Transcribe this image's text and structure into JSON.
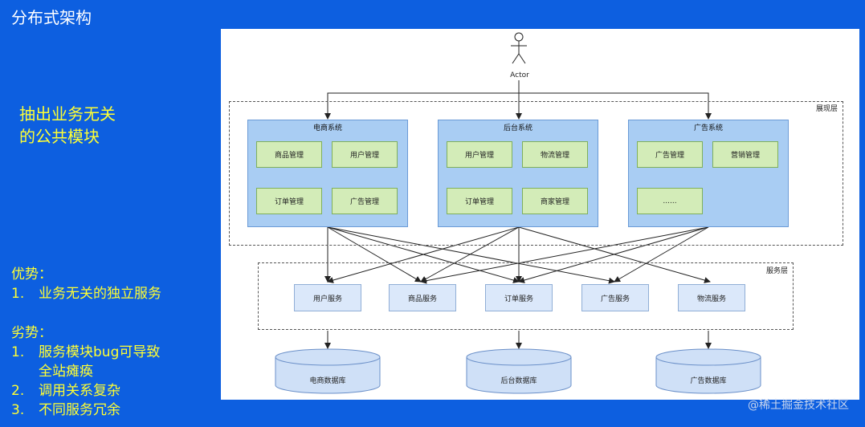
{
  "slide": {
    "title": "分布式架构",
    "highlight": [
      "抽出业务无关",
      "的公共模块"
    ],
    "advantages": {
      "heading": "优势：",
      "items": [
        {
          "num": "1.",
          "text": "业务无关的独立服务"
        }
      ]
    },
    "disadvantages": {
      "heading": "劣势：",
      "items": [
        {
          "num": "1.",
          "text": "服务模块bug可导致",
          "cont": "全站瘫痪"
        },
        {
          "num": "2.",
          "text": "调用关系复杂"
        },
        {
          "num": "3.",
          "text": "不同服务冗余"
        }
      ]
    }
  },
  "diagram": {
    "actor": "Actor",
    "presentation_layer": "展现层",
    "service_layer": "服务层",
    "systems": [
      {
        "title": "电商系统",
        "modules": [
          "商品管理",
          "用户管理",
          "订单管理",
          "广告管理"
        ]
      },
      {
        "title": "后台系统",
        "modules": [
          "用户管理",
          "物流管理",
          "订单管理",
          "商家管理"
        ]
      },
      {
        "title": "广告系统",
        "modules": [
          "广告管理",
          "营销管理",
          "......"
        ]
      }
    ],
    "services": [
      "用户服务",
      "商品服务",
      "订单服务",
      "广告服务",
      "物流服务"
    ],
    "databases": [
      "电商数据库",
      "后台数据库",
      "广告数据库"
    ]
  },
  "watermark": "@稀土掘金技术社区"
}
